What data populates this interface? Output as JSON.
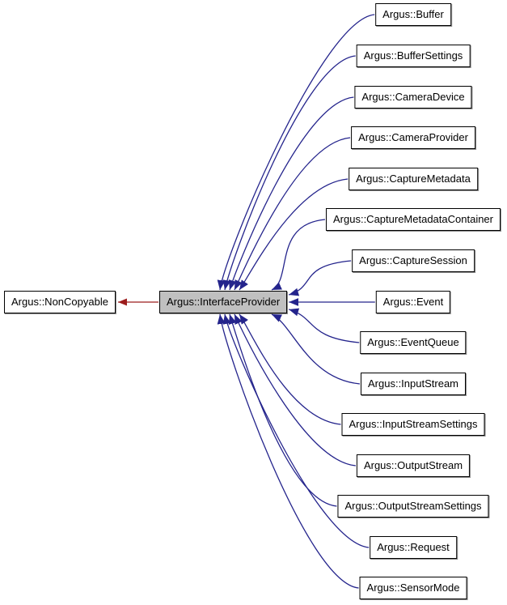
{
  "diagram": {
    "background": "#ffffff",
    "colors": {
      "inheritance_edge": "#24248c",
      "base_class_edge": "#9c1c1c",
      "node_border": "#000000",
      "node_fill": "#ffffff",
      "selected_node_fill": "#c0c0c0",
      "text": "#000000"
    },
    "nodes": {
      "base": {
        "label": "Argus::NonCopyable"
      },
      "center": {
        "label": "Argus::InterfaceProvider"
      },
      "derived": [
        {
          "label": "Argus::Buffer"
        },
        {
          "label": "Argus::BufferSettings"
        },
        {
          "label": "Argus::CameraDevice"
        },
        {
          "label": "Argus::CameraProvider"
        },
        {
          "label": "Argus::CaptureMetadata"
        },
        {
          "label": "Argus::CaptureMetadataContainer"
        },
        {
          "label": "Argus::CaptureSession"
        },
        {
          "label": "Argus::Event"
        },
        {
          "label": "Argus::EventQueue"
        },
        {
          "label": "Argus::InputStream"
        },
        {
          "label": "Argus::InputStreamSettings"
        },
        {
          "label": "Argus::OutputStream"
        },
        {
          "label": "Argus::OutputStreamSettings"
        },
        {
          "label": "Argus::Request"
        },
        {
          "label": "Argus::SensorMode"
        }
      ]
    }
  }
}
